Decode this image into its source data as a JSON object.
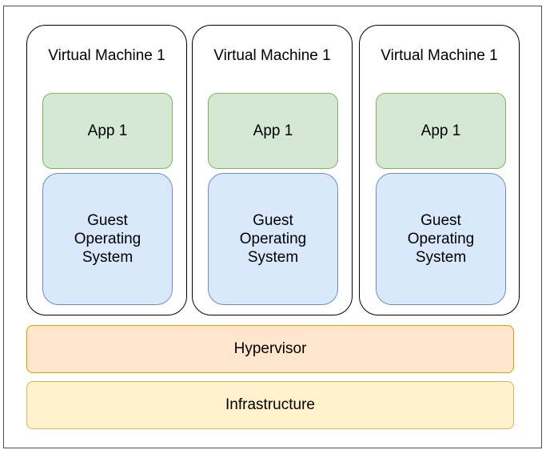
{
  "diagram": {
    "virtual_machines": [
      {
        "title": "Virtual Machine 1",
        "app": "App 1",
        "guest_os": "Guest Operating System"
      },
      {
        "title": "Virtual Machine 1",
        "app": "App 1",
        "guest_os": "Guest Operating System"
      },
      {
        "title": "Virtual Machine 1",
        "app": "App 1",
        "guest_os": "Guest Operating System"
      }
    ],
    "hypervisor": "Hypervisor",
    "infrastructure": "Infrastructure"
  },
  "colors": {
    "app_fill": "#d5e8d4",
    "app_stroke": "#82b366",
    "os_fill": "#dae8fc",
    "os_stroke": "#6c8ebf",
    "hypervisor_fill": "#ffe6cc",
    "hypervisor_stroke": "#d79b00",
    "infrastructure_fill": "#fff2cc",
    "infrastructure_stroke": "#d6b656"
  }
}
